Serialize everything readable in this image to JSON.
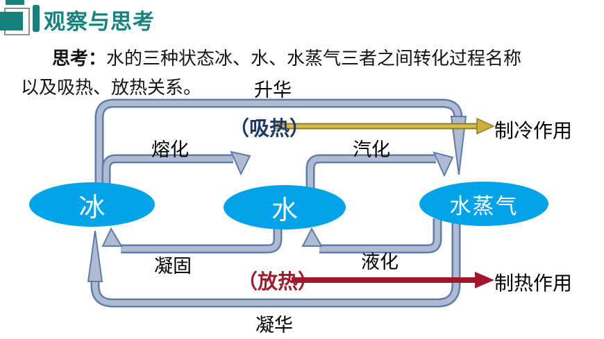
{
  "header": {
    "title": "观察与思考"
  },
  "intro": {
    "prefix": "思考：",
    "line1": "水的三种状态冰、水、水蒸气三者之间转化过程名称",
    "line2": "以及吸热、放热关系。"
  },
  "diagram": {
    "nodes": [
      {
        "id": "ice",
        "label": "冰"
      },
      {
        "id": "water",
        "label": "水"
      },
      {
        "id": "vapor",
        "label": "水蒸气"
      }
    ],
    "processes": {
      "sublimation": "升华",
      "melting": "熔化",
      "vaporization": "汽化",
      "solidification": "凝固",
      "liquefaction": "液化",
      "deposition": "凝华"
    },
    "heat": {
      "absorb": "（吸热）",
      "release": "（放热）",
      "cooling_effect": "制冷作用",
      "heating_effect": "制热作用"
    },
    "colors": {
      "accent_teal": "#17817E",
      "node_fill": "#00A2E8",
      "tube_fill": "#AEBBD3",
      "tube_outline": "#5E7CA8",
      "absorb_text": "#1F3864",
      "release_text": "#9E1B2B",
      "absorb_arrow": "#C9AF3E",
      "release_arrow": "#A2182B"
    }
  }
}
